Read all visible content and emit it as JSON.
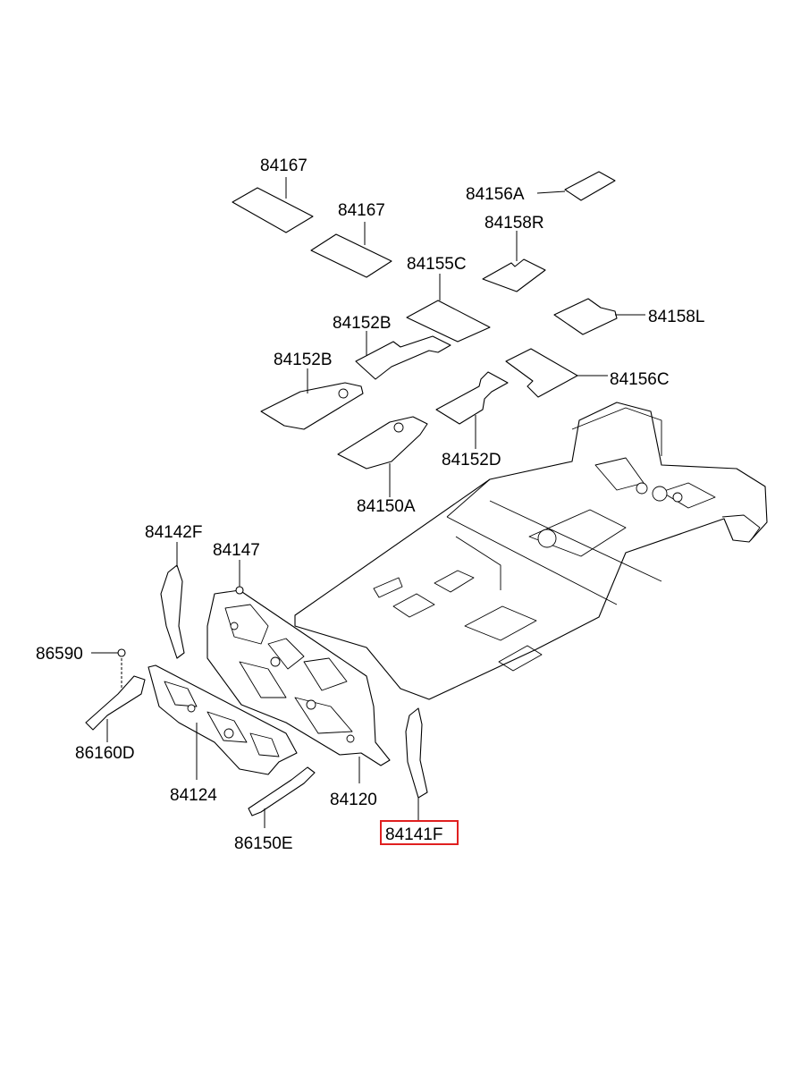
{
  "highlight_color": "#e02020",
  "labels": {
    "p84167_a": "84167",
    "p84167_b": "84167",
    "p84156A": "84156A",
    "p84158R": "84158R",
    "p84155C": "84155C",
    "p84158L": "84158L",
    "p84152B_a": "84152B",
    "p84152B_b": "84152B",
    "p84156C": "84156C",
    "p84152D": "84152D",
    "p84150A": "84150A",
    "p84142F": "84142F",
    "p84147": "84147",
    "p86590": "86590",
    "p86160D": "86160D",
    "p84124": "84124",
    "p84120": "84120",
    "p86150E": "86150E",
    "p84141F": "84141F"
  },
  "highlighted_part": "84141F"
}
